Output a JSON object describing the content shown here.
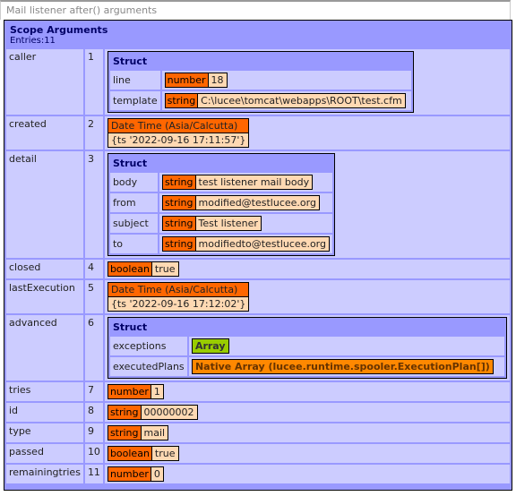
{
  "window": {
    "title": "Mail listener after() arguments"
  },
  "scope": {
    "title": "Scope Arguments",
    "entries": "Entries:11"
  },
  "labels": {
    "struct": "Struct",
    "number": "number",
    "string": "string",
    "boolean": "boolean",
    "array": "Array"
  },
  "rows": {
    "caller": {
      "key": "caller",
      "idx": "1",
      "line_key": "line",
      "line_val": "18",
      "template_key": "template",
      "template_val": "C:\\lucee\\tomcat\\webapps\\ROOT\\test.cfm"
    },
    "created": {
      "key": "created",
      "idx": "2",
      "dt_label": "Date Time (Asia/Calcutta)",
      "dt_val": "{ts '2022-09-16 17:11:57'}"
    },
    "detail": {
      "key": "detail",
      "idx": "3",
      "body_key": "body",
      "body_val": "test listener mail body",
      "from_key": "from",
      "from_val": "modified@testlucee.org",
      "subject_key": "subject",
      "subject_val": "Test listener",
      "to_key": "to",
      "to_val": "modifiedto@testlucee.org"
    },
    "closed": {
      "key": "closed",
      "idx": "4",
      "val": "true"
    },
    "lastExecution": {
      "key": "lastExecution",
      "idx": "5",
      "dt_label": "Date Time (Asia/Calcutta)",
      "dt_val": "{ts '2022-09-16 17:12:02'}"
    },
    "advanced": {
      "key": "advanced",
      "idx": "6",
      "exceptions_key": "exceptions",
      "executedPlans_key": "executedPlans",
      "executedPlans_val": "Native Array (lucee.runtime.spooler.ExecutionPlan[])"
    },
    "tries": {
      "key": "tries",
      "idx": "7",
      "val": "1"
    },
    "id": {
      "key": "id",
      "idx": "8",
      "val": "00000002"
    },
    "type": {
      "key": "type",
      "idx": "9",
      "val": "mail"
    },
    "passed": {
      "key": "passed",
      "idx": "10",
      "val": "true"
    },
    "remainingtries": {
      "key": "remainingtries",
      "idx": "11",
      "val": "0"
    }
  }
}
